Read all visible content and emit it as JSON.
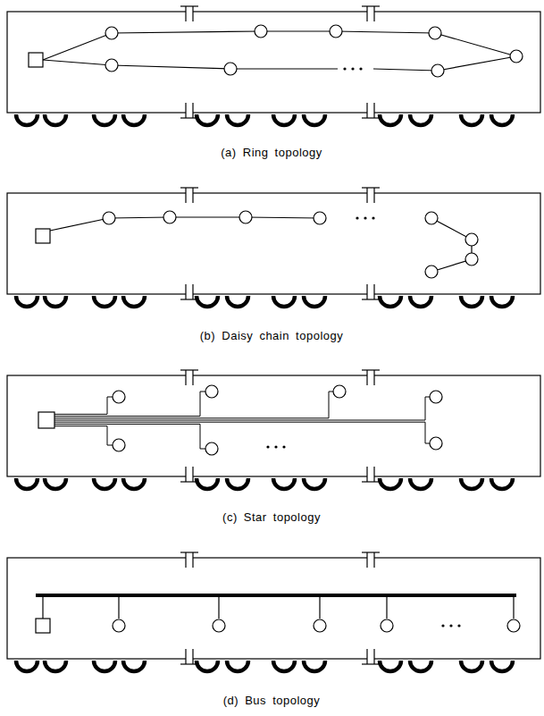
{
  "diagram": {
    "labels": [
      "(a) Ring topology",
      "(b) Daisy chain topology",
      "(c) Star topology",
      "(d) Bus topology"
    ]
  }
}
